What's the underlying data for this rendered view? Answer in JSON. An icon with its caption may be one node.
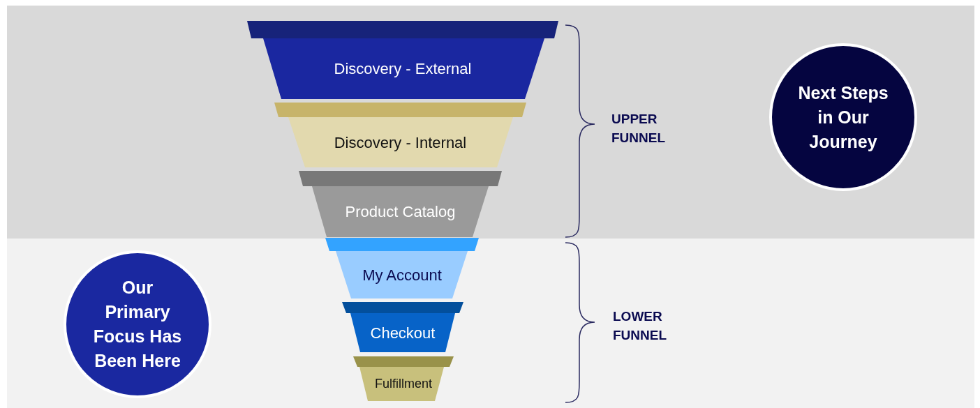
{
  "diagram": {
    "nodes": [
      {
        "text": [
          "Discovery - External"
        ]
      },
      {
        "text": [
          "Discovery - Internal"
        ]
      },
      {
        "text": [
          "Product Catalog"
        ]
      },
      {
        "text": [
          "My Account"
        ]
      },
      {
        "text": [
          "Checkout"
        ]
      },
      {
        "text": [
          "Fulfillment"
        ]
      },
      {
        "text": [
          "Next Steps in Our Journey"
        ]
      },
      {
        "text": [
          "Our Primary Focus Has Been Here"
        ]
      }
    ],
    "labels": [
      "UPPER FUNNEL",
      "LOWER FUNNEL"
    ]
  }
}
